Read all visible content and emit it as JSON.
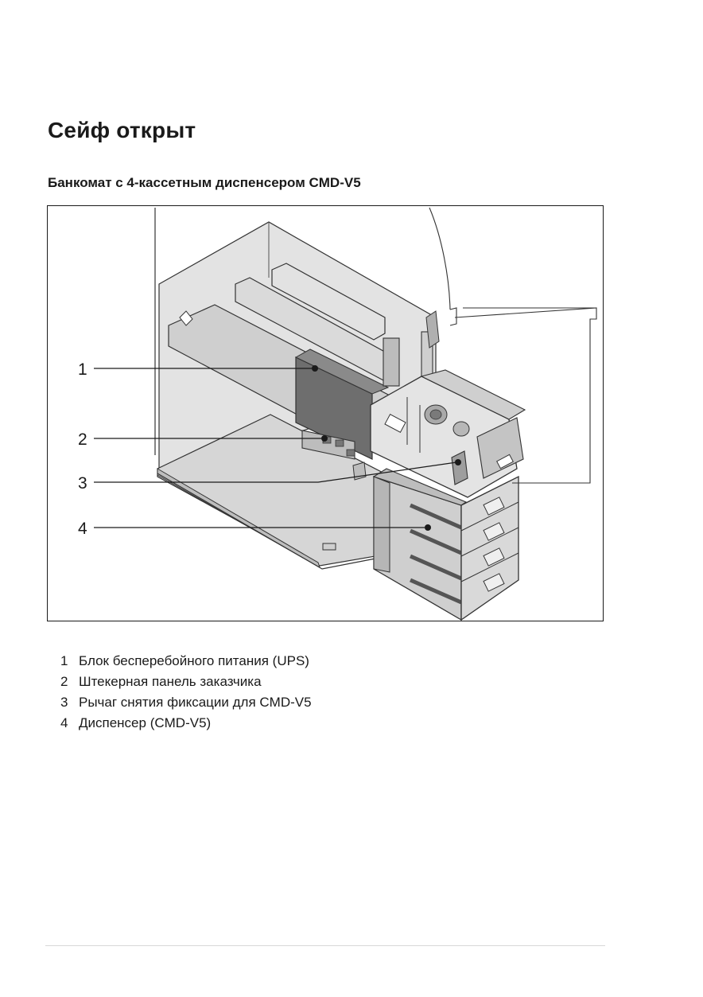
{
  "page": {
    "title": "Сейф открыт",
    "figure_caption": "Банкомат с 4-кассетным диспенсером CMD-V5"
  },
  "figure": {
    "callouts": [
      "1",
      "2",
      "3",
      "4"
    ]
  },
  "legend": {
    "items": [
      {
        "num": "1",
        "text": "Блок бесперебойного питания (UPS)"
      },
      {
        "num": "2",
        "text": "Штекерная панель заказчика"
      },
      {
        "num": "3",
        "text": "Рычаг снятия фиксации для CMD-V5"
      },
      {
        "num": "4",
        "text": "Диспенсер (CMD-V5)"
      }
    ]
  }
}
